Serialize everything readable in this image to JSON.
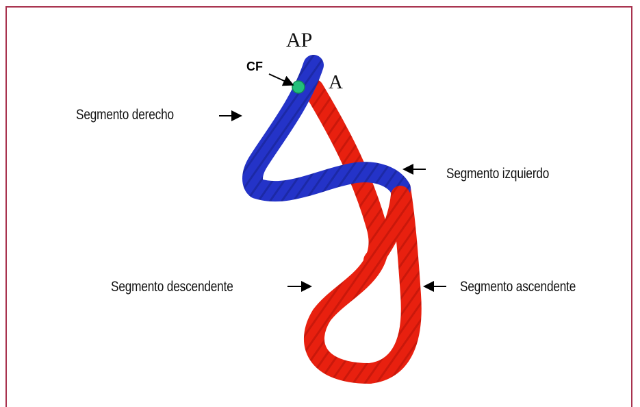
{
  "labels": {
    "ap": "AP",
    "a": "A",
    "cf": "CF",
    "segmento_derecho": "Segmento derecho",
    "segmento_izquierdo": "Segmento izquierdo",
    "segmento_descendente": "Segmento descendente",
    "segmento_ascendente": "Segmento ascendente"
  },
  "colors": {
    "frame": "#a8324e",
    "blue_segment": "#2433c8",
    "red_segment": "#e8200f",
    "cf_marker": "#22c07a"
  }
}
